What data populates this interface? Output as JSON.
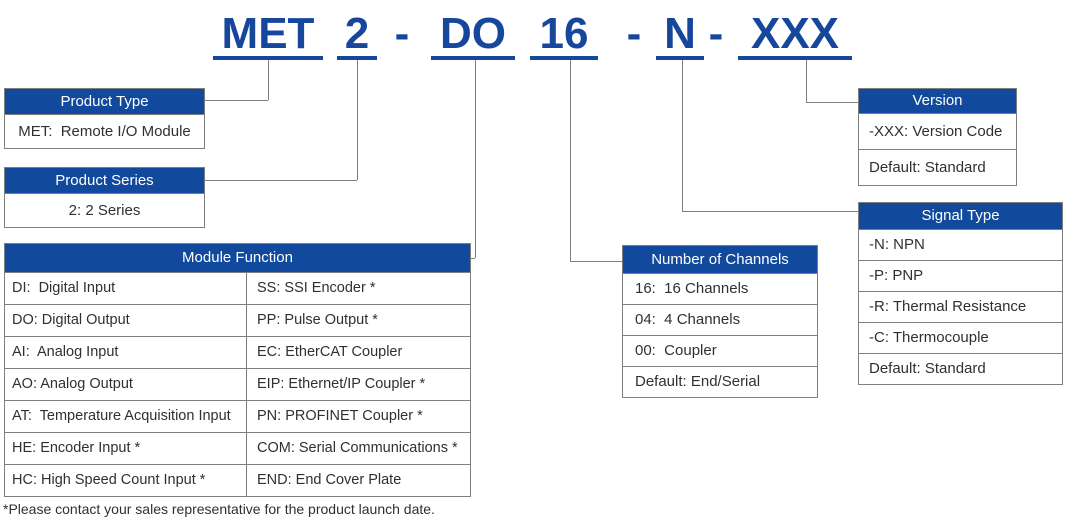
{
  "title": {
    "segments": [
      {
        "text": "MET",
        "underline": true
      },
      {
        "text": "2",
        "underline": true
      },
      {
        "text": "-",
        "underline": false
      },
      {
        "text": "DO",
        "underline": true
      },
      {
        "text": "16",
        "underline": true
      },
      {
        "text": "-",
        "underline": false
      },
      {
        "text": "N",
        "underline": true
      },
      {
        "text": "-",
        "underline": false
      },
      {
        "text": "XXX",
        "underline": true
      }
    ]
  },
  "boxes": {
    "product_type": {
      "header": "Product Type",
      "rows": [
        "MET:  Remote I/O Module"
      ]
    },
    "product_series": {
      "header": "Product Series",
      "rows": [
        "2: 2 Series"
      ]
    },
    "module_function": {
      "header": "Module Function",
      "left_rows": [
        "DI:  Digital Input",
        "DO: Digital Output",
        "AI:  Analog Input",
        "AO: Analog Output",
        "AT:  Temperature Acquisition Input",
        "HE: Encoder Input *",
        "HC: High Speed Count Input *"
      ],
      "right_rows": [
        "SS: SSI Encoder *",
        "PP: Pulse Output *",
        "EC: EtherCAT Coupler",
        "EIP: Ethernet/IP Coupler *",
        "PN: PROFINET Coupler *",
        "COM: Serial Communications *",
        "END: End Cover Plate"
      ]
    },
    "channels": {
      "header": "Number of Channels",
      "rows": [
        "16:  16 Channels",
        "04:  4 Channels",
        "00:  Coupler",
        "Default: End/Serial"
      ]
    },
    "signal": {
      "header": "Signal Type",
      "rows": [
        "-N: NPN",
        "-P: PNP",
        "-R: Thermal Resistance",
        "-C: Thermocouple",
        "Default: Standard"
      ]
    },
    "version": {
      "header": "Version",
      "rows": [
        "-XXX: Version Code",
        "Default: Standard"
      ]
    }
  },
  "footnote": "*Please contact your sales representative for the product launch date.",
  "colors": {
    "accent": "#114A9C",
    "title": "#17479C",
    "border": "#7F7F7F",
    "text": "#303030"
  }
}
